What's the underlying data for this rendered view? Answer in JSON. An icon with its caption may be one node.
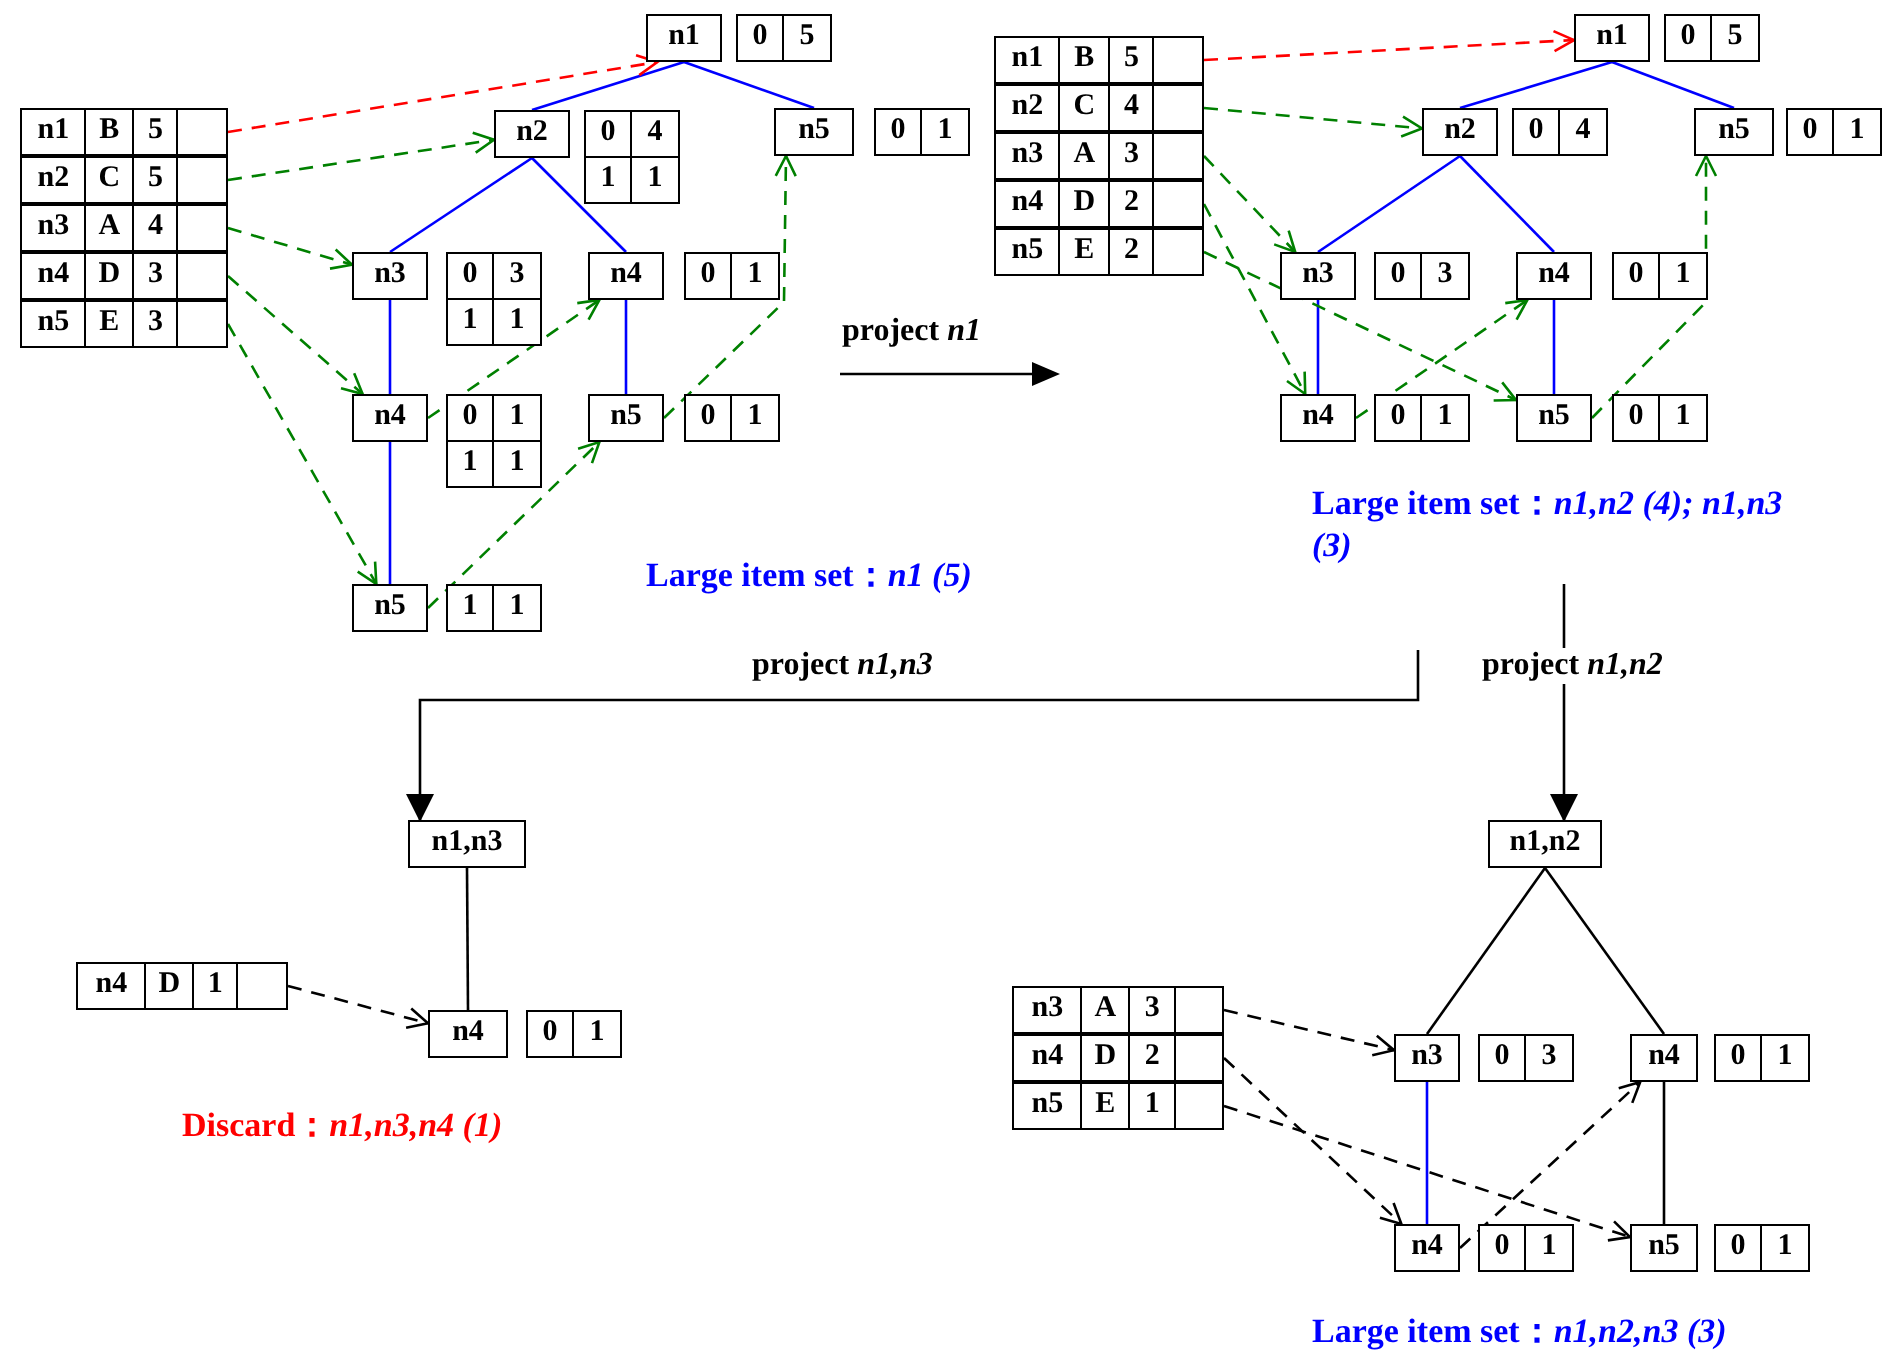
{
  "diagram": {
    "nodes": [
      {
        "text": [
          "n1",
          "B",
          "5"
        ]
      },
      {
        "text": [
          "n2",
          "C",
          "5"
        ]
      },
      {
        "text": [
          "n3",
          "A",
          "4"
        ]
      },
      {
        "text": [
          "n4",
          "D",
          "3"
        ]
      },
      {
        "text": [
          "n5",
          "E",
          "3"
        ]
      },
      {
        "text": [
          "n1"
        ],
        "beside": [
          "0",
          "5"
        ]
      },
      {
        "text": [
          "n2"
        ],
        "beside": [
          "0",
          "4",
          "1",
          "1"
        ]
      },
      {
        "text": [
          "n5"
        ],
        "beside": [
          "0",
          "1"
        ]
      },
      {
        "text": [
          "n3"
        ],
        "beside": [
          "0",
          "3",
          "1",
          "1"
        ]
      },
      {
        "text": [
          "n4"
        ],
        "beside": [
          "0",
          "1"
        ]
      },
      {
        "text": [
          "n4"
        ],
        "beside": [
          "0",
          "1",
          "1",
          "1"
        ]
      },
      {
        "text": [
          "n5"
        ],
        "beside": [
          "0",
          "1"
        ]
      },
      {
        "text": [
          "n5"
        ],
        "beside": [
          "1",
          "1"
        ]
      },
      {
        "text": [
          "n1",
          "B",
          "5"
        ]
      },
      {
        "text": [
          "n2",
          "C",
          "4"
        ]
      },
      {
        "text": [
          "n3",
          "A",
          "3"
        ]
      },
      {
        "text": [
          "n4",
          "D",
          "2"
        ]
      },
      {
        "text": [
          "n5",
          "E",
          "2"
        ]
      },
      {
        "text": [
          "n1"
        ],
        "beside": [
          "0",
          "5"
        ]
      },
      {
        "text": [
          "n2"
        ],
        "beside": [
          "0",
          "4"
        ]
      },
      {
        "text": [
          "n5"
        ],
        "beside": [
          "0",
          "1"
        ]
      },
      {
        "text": [
          "n3"
        ],
        "beside": [
          "0",
          "3"
        ]
      },
      {
        "text": [
          "n4"
        ],
        "beside": [
          "0",
          "1"
        ]
      },
      {
        "text": [
          "n4"
        ],
        "beside": [
          "0",
          "1"
        ]
      },
      {
        "text": [
          "n5"
        ],
        "beside": [
          "0",
          "1"
        ]
      },
      {
        "text": [
          "n1,n3"
        ]
      },
      {
        "text": [
          "n4",
          "D",
          "1"
        ]
      },
      {
        "text": [
          "n4"
        ],
        "beside": [
          "0",
          "1"
        ]
      },
      {
        "text": [
          "n1,n2"
        ]
      },
      {
        "text": [
          "n3",
          "A",
          "3"
        ]
      },
      {
        "text": [
          "n4",
          "D",
          "2"
        ]
      },
      {
        "text": [
          "n5",
          "E",
          "1"
        ]
      },
      {
        "text": [
          "n3"
        ],
        "beside": [
          "0",
          "3"
        ]
      },
      {
        "text": [
          "n4"
        ],
        "beside": [
          "0",
          "1"
        ]
      },
      {
        "text": [
          "n4"
        ],
        "beside": [
          "0",
          "1"
        ]
      },
      {
        "text": [
          "n5"
        ],
        "beside": [
          "0",
          "1"
        ]
      }
    ],
    "edges": [
      {
        "from": 5,
        "to": 6,
        "arrow": "none",
        "color": "#0000ff"
      },
      {
        "from": 5,
        "to": 7,
        "arrow": "none",
        "color": "#0000ff"
      },
      {
        "from": 6,
        "to": 8,
        "arrow": "none",
        "color": "#0000ff"
      },
      {
        "from": 6,
        "to": 9,
        "arrow": "none",
        "color": "#0000ff"
      },
      {
        "from": 8,
        "to": 10,
        "arrow": "none",
        "color": "#0000ff"
      },
      {
        "from": 10,
        "to": 12,
        "arrow": "none",
        "color": "#0000ff"
      },
      {
        "from": 9,
        "to": 11,
        "arrow": "none",
        "color": "#0000ff"
      },
      {
        "from": 0,
        "to": 5,
        "arrow": "to",
        "style": "dashed",
        "color": "#ff0000"
      },
      {
        "from": 1,
        "to": 6,
        "arrow": "to",
        "style": "dashed",
        "color": "#008000"
      },
      {
        "from": 2,
        "to": 8,
        "arrow": "to",
        "style": "dashed",
        "color": "#008000"
      },
      {
        "from": 3,
        "to": 10,
        "arrow": "to",
        "style": "dashed",
        "color": "#008000"
      },
      {
        "from": 10,
        "to": 9,
        "arrow": "to",
        "style": "dashed",
        "color": "#008000"
      },
      {
        "from": 4,
        "to": 12,
        "arrow": "to",
        "style": "dashed",
        "color": "#008000"
      },
      {
        "from": 12,
        "to": 11,
        "arrow": "to",
        "style": "dashed",
        "color": "#008000"
      },
      {
        "from": 11,
        "to": 7,
        "arrow": "to",
        "style": "dashed",
        "color": "#008000"
      },
      {
        "from": 18,
        "to": 19,
        "arrow": "none",
        "color": "#0000ff"
      },
      {
        "from": 18,
        "to": 20,
        "arrow": "none",
        "color": "#0000ff"
      },
      {
        "from": 19,
        "to": 21,
        "arrow": "none",
        "color": "#0000ff"
      },
      {
        "from": 19,
        "to": 22,
        "arrow": "none",
        "color": "#0000ff"
      },
      {
        "from": 21,
        "to": 23,
        "arrow": "none",
        "color": "#0000ff"
      },
      {
        "from": 22,
        "to": 24,
        "arrow": "none",
        "color": "#0000ff"
      },
      {
        "from": 13,
        "to": 18,
        "arrow": "to",
        "style": "dashed",
        "color": "#ff0000"
      },
      {
        "from": 14,
        "to": 19,
        "arrow": "to",
        "style": "dashed",
        "color": "#008000"
      },
      {
        "from": 15,
        "to": 21,
        "arrow": "to",
        "style": "dashed",
        "color": "#008000"
      },
      {
        "from": 16,
        "to": 23,
        "arrow": "to",
        "style": "dashed",
        "color": "#008000"
      },
      {
        "from": 17,
        "to": 24,
        "arrow": "to",
        "style": "dashed",
        "color": "#008000"
      },
      {
        "from": 23,
        "to": 22,
        "arrow": "to",
        "style": "dashed",
        "color": "#008000"
      },
      {
        "from": 24,
        "to": 20,
        "arrow": "to",
        "style": "dashed",
        "color": "#008000"
      },
      {
        "from": null,
        "to": 25,
        "arrow": "to",
        "label": "project *n1,n3*",
        "color": "#000000"
      },
      {
        "from": null,
        "to": 28,
        "arrow": "to",
        "label": "project *n1,n2*",
        "color": "#000000"
      },
      {
        "from": 25,
        "to": 27,
        "arrow": "none",
        "color": "#000000"
      },
      {
        "from": 26,
        "to": 27,
        "arrow": "to",
        "style": "dashed",
        "color": "#000000"
      },
      {
        "from": 28,
        "to": 32,
        "arrow": "none",
        "color": "#000000"
      },
      {
        "from": 28,
        "to": 33,
        "arrow": "none",
        "color": "#000000"
      },
      {
        "from": 32,
        "to": 34,
        "arrow": "none",
        "color": "#0000ff"
      },
      {
        "from": 33,
        "to": 35,
        "arrow": "none",
        "color": "#000000"
      },
      {
        "from": 29,
        "to": 32,
        "arrow": "to",
        "style": "dashed",
        "color": "#000000"
      },
      {
        "from": 30,
        "to": 34,
        "arrow": "to",
        "style": "dashed",
        "color": "#000000"
      },
      {
        "from": 31,
        "to": 35,
        "arrow": "to",
        "style": "dashed",
        "color": "#000000"
      },
      {
        "from": 34,
        "to": 33,
        "arrow": "to",
        "style": "dashed",
        "color": "#000000"
      }
    ],
    "labels": [
      "project *n1*",
      "Large item set：*n1 (5)*",
      "Large item set：*n1,n2 (4); n1,n3 (3)*",
      "Discard：*n1,n3,n4 (1)*",
      "Large item set：*n1,n2,n3 (3)*"
    ]
  }
}
